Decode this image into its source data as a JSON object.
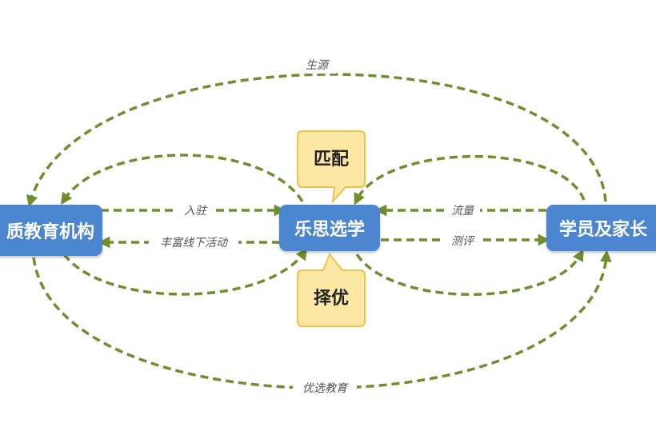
{
  "nodes": {
    "left": "质教育机构",
    "center": "乐思选学",
    "right": "学员及家长"
  },
  "callouts": {
    "top": "匹配",
    "bottom": "择优"
  },
  "edge_labels": {
    "source": "生源",
    "enter": "入驻",
    "offline_activity": "丰富线下活动",
    "traffic": "流量",
    "review": "测评",
    "quality_education": "优选教育"
  },
  "colors": {
    "node_fill": "#4d86d0",
    "edge": "#6f8f2f",
    "callout_fill": "#fde7a4",
    "callout_border": "#eec34a"
  }
}
